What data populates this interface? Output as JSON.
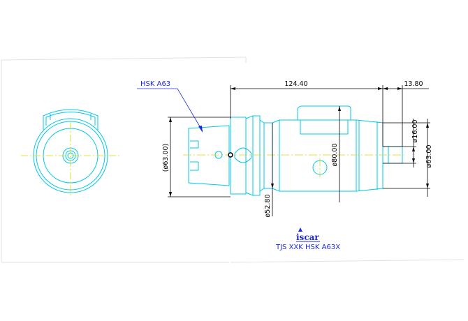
{
  "drawing": {
    "callout_label": "HSK  A63",
    "dim_length": "124.40",
    "dim_offset": "13.80",
    "dim_hsk_dia": "(ø63.00)",
    "dim_body_dia": "ø80.00",
    "dim_neck_dia": "ø52.80",
    "dim_bore_dia": "ø16.00",
    "dim_end_dia": "ø63.00",
    "brand": "iscar",
    "part_code": "TJS  XXK  HSK  A63X"
  },
  "colors": {
    "outline": "#00c8e8",
    "centerline": "#d8d800",
    "dimension": "#000000",
    "label": "#1c2bd6"
  }
}
